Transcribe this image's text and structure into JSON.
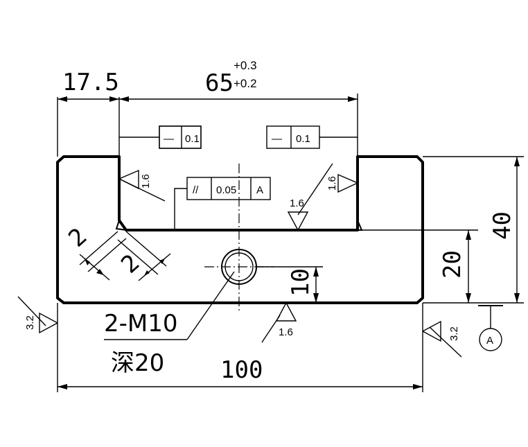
{
  "dimensions": {
    "left_offset": "17.5",
    "slot_width": "65",
    "slot_width_upper_tol": "+0.3",
    "slot_width_lower_tol": "+0.2",
    "total_width": "100",
    "total_height": "40",
    "slot_bottom_height": "20",
    "hole_height": "10",
    "chamfer_left": "2",
    "chamfer_right": "2"
  },
  "tolerances": {
    "flatness_left": {
      "symbol": "—",
      "value": "0.1"
    },
    "flatness_right": {
      "symbol": "—",
      "value": "0.1"
    },
    "parallelism": {
      "symbol": "//",
      "value": "0.05",
      "datum": "A"
    }
  },
  "surface_finish": {
    "left_slot_wall": "1.6",
    "right_slot_wall": "1.6",
    "slot_floor": "1.6",
    "bottom_face": "1.6",
    "left_end": "3.2",
    "right_end": "3.2"
  },
  "thread_note": {
    "line1": "2-M10",
    "line2": "深20"
  },
  "datum": {
    "label": "A"
  }
}
